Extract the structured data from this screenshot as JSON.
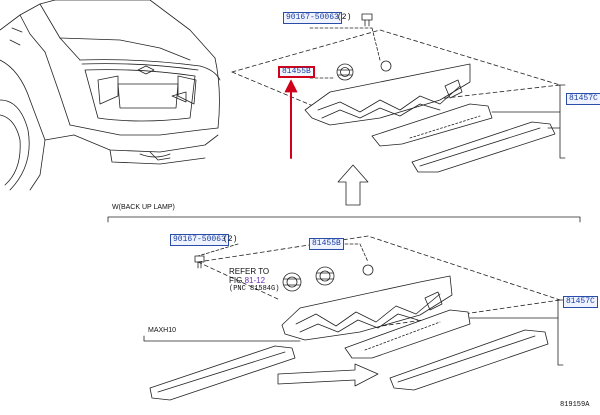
{
  "callouts": {
    "bolt_top": {
      "code": "90167-50063",
      "qty": "(2)"
    },
    "socket_top": {
      "code": "81455B"
    },
    "lamp_assy_top": {
      "code": "81457C"
    },
    "socket_bottom": {
      "code": "81455B"
    },
    "bolt_bottom": {
      "code": "90167-50063",
      "qty": "(2)"
    },
    "lamp_assy_bottom": {
      "code": "81457C"
    }
  },
  "section_label": "W(BACK UP LAMP)",
  "refer": {
    "line1": "REFER TO",
    "fig_prefix": "FIG",
    "fig_link": "81-12",
    "pnc": "(PNC 81584G)"
  },
  "variant_label": "MAXH10",
  "figure_id": "819159A",
  "colors": {
    "link_blue": "#1c3fa0",
    "highlight_red": "#d0021b",
    "refer_purple": "#6a2bb8"
  }
}
